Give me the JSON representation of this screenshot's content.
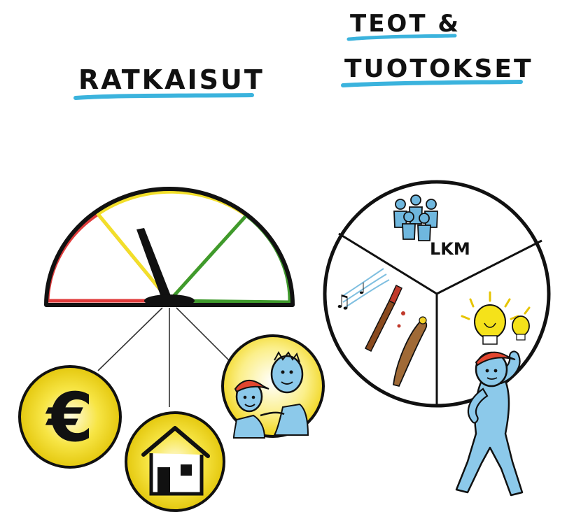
{
  "headings": {
    "left": "RATKAISUT",
    "right_line1": "TEOT &",
    "right_line2": "TUOTOKSET"
  },
  "gauge": {
    "segment_colors": [
      "#e03b3b",
      "#f2df2a",
      "#3f9a2c"
    ],
    "needle_icon": "gauge-needle"
  },
  "circles": {
    "euro_symbol": "€",
    "house_icon": "house-icon",
    "people_icon": "people-icon"
  },
  "pie": {
    "top_label": "LKM",
    "top_icon": "group-of-people-icon",
    "left_icon": "music-paintbrush-bat-icon",
    "right_icon": "lightbulbs-icon"
  },
  "colors": {
    "accent_underline": "#3bb3dd",
    "coin_fill": "#f5e21a",
    "figure_blue": "#7cc3e8",
    "cap_red": "#e2462f"
  }
}
